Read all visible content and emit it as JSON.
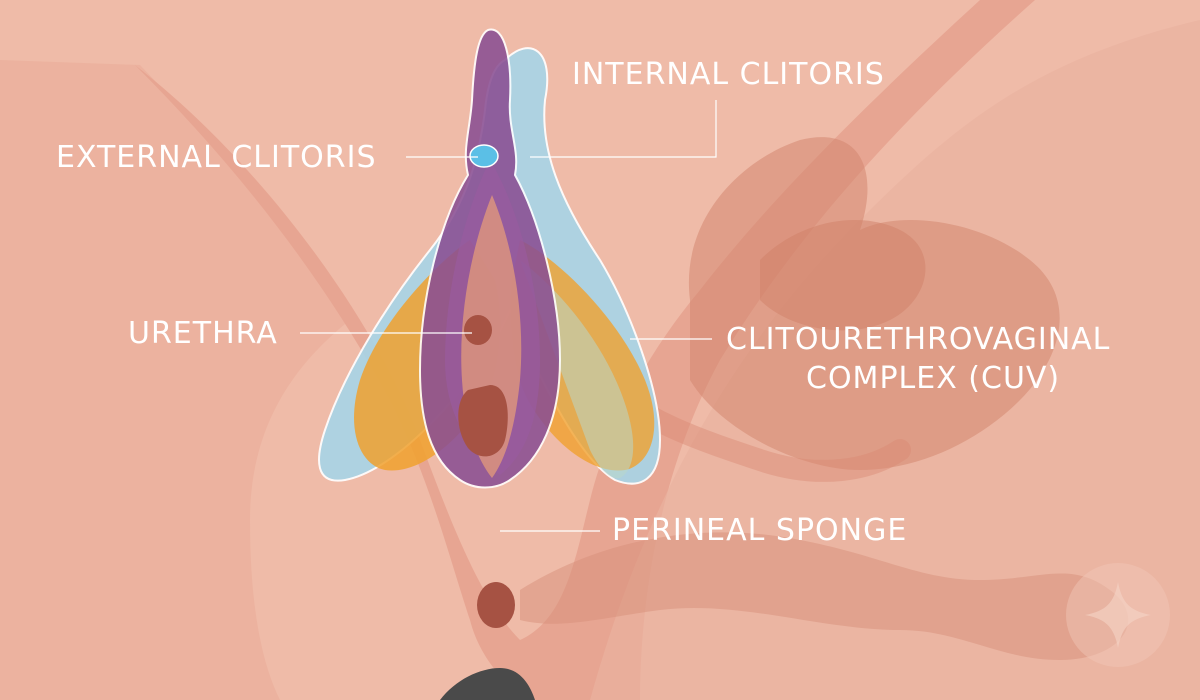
{
  "diagram": {
    "labels": {
      "internal_clitoris": "INTERNAL CLITORIS",
      "external_clitoris": "EXTERNAL CLITORIS",
      "urethra": "URETHRA",
      "cuv_line1": "CLITOURETHROVAGINAL",
      "cuv_line2": "COMPLEX (CUV)",
      "perineal_sponge": "PERINEAL SPONGE"
    },
    "colors": {
      "background": "#efbba8",
      "body_tissue": "#e7a592",
      "organ_shadow": "#d3866f",
      "internal_clitoris": "#a9d4e6",
      "bulbs": "#f0a12e",
      "labia": "#8a4f93",
      "vaginal_opening": "#a65243",
      "label_text": "#ffffff"
    },
    "icons": {
      "watermark": "sparkle-badge-icon"
    }
  }
}
